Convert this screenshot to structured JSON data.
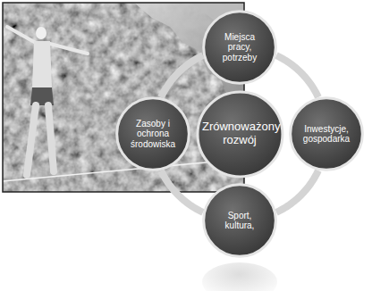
{
  "diagram": {
    "nodes": [
      {
        "text": [
          "Zrównoważony rozwój"
        ]
      },
      {
        "text": [
          "Miejsca pracy, potrzeby"
        ]
      },
      {
        "text": [
          "Inwestycje, gospodarka"
        ]
      },
      {
        "text": [
          "Sport, kultura,"
        ]
      },
      {
        "text": [
          "Zasoby i ochrona środowiska"
        ]
      }
    ],
    "edges": [
      {
        "from": 1,
        "to": 2,
        "arrow": "none"
      },
      {
        "from": 2,
        "to": 3,
        "arrow": "none"
      },
      {
        "from": 3,
        "to": 4,
        "arrow": "none"
      },
      {
        "from": 4,
        "to": 1,
        "arrow": "none"
      }
    ]
  }
}
